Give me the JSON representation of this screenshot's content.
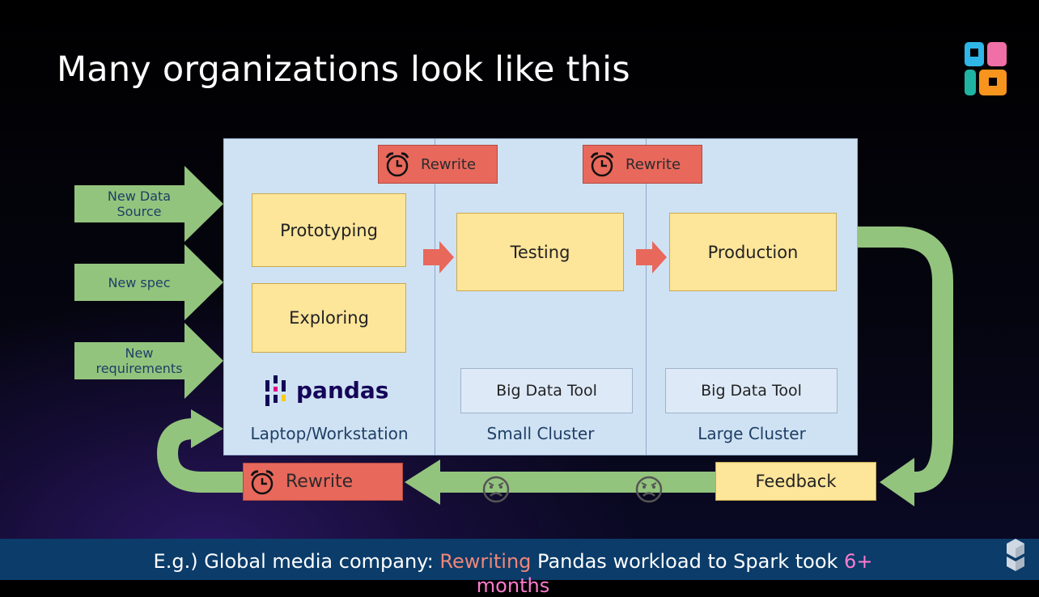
{
  "title": "Many organizations look like this",
  "inputs": [
    {
      "label": "New Data\nSource"
    },
    {
      "label": "New spec"
    },
    {
      "label": "New\nrequirements"
    }
  ],
  "columns": {
    "laptop": {
      "title": "Laptop/Workstation",
      "boxes": [
        "Prototyping",
        "Exploring"
      ],
      "library": "pandas"
    },
    "small": {
      "title": "Small Cluster",
      "stage": "Testing",
      "tool": "Big Data Tool"
    },
    "large": {
      "title": "Large Cluster",
      "stage": "Production",
      "tool": "Big Data Tool"
    }
  },
  "rewrite_tags": [
    "Rewrite",
    "Rewrite",
    "Rewrite"
  ],
  "feedback": "Feedback",
  "caption": {
    "prefix": "E.g.) Global media company: ",
    "highlight1": "Rewriting",
    "middle": " Pandas workload to Spark took ",
    "highlight2": "6+",
    "line2": "months"
  },
  "colors": {
    "panel": "#cfe2f3",
    "stage_box": "#fde59a",
    "rewrite": "#e8685c",
    "flow_arrow": "#93c47d",
    "banner": "#0b3c6a",
    "highlight_red": "#f0867a",
    "highlight_pink": "#ff7bd0"
  },
  "icons": [
    "alarm-clock-icon",
    "frowning-face-icon",
    "pandas-logo",
    "app-logo",
    "cube-logo"
  ]
}
